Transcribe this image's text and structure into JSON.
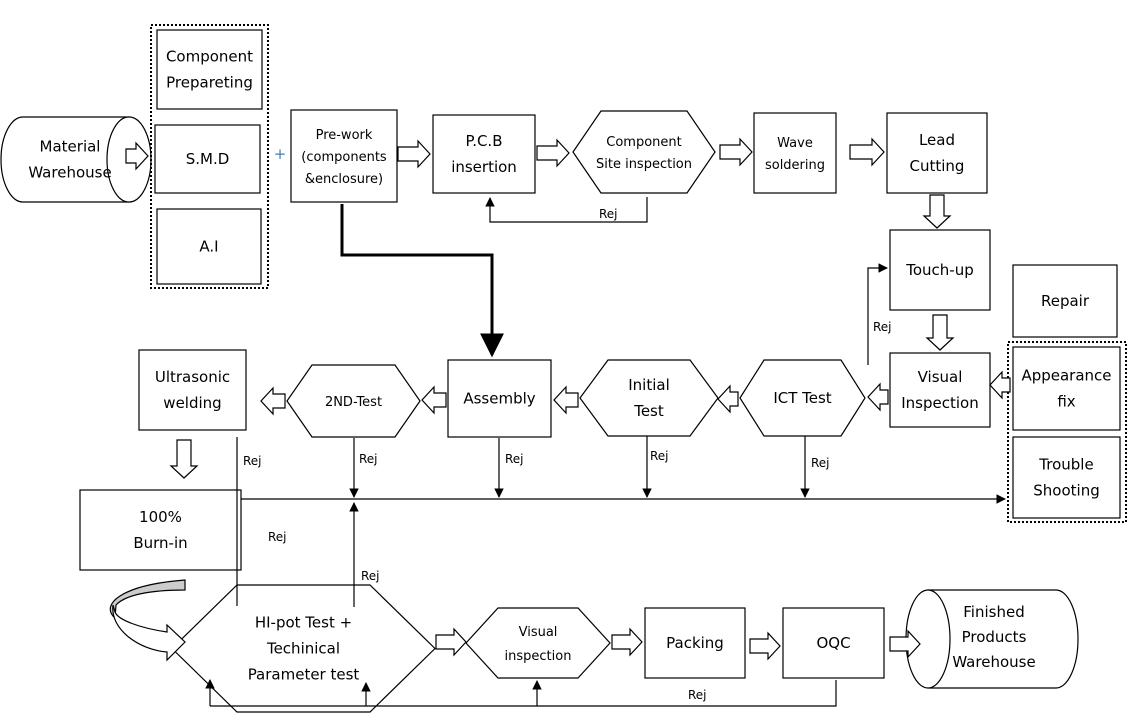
{
  "nodes": {
    "material_warehouse": [
      "Material",
      "Warehouse"
    ],
    "component_preparing": [
      "Component",
      "Prepareting"
    ],
    "smd": [
      "S.M.D"
    ],
    "ai": [
      "A.I"
    ],
    "plus": "+",
    "prework": [
      "Pre-work",
      "(components",
      "&enclosure)"
    ],
    "pcb_insertion": [
      "P.C.B",
      "insertion"
    ],
    "component_site_inspection": [
      "Component",
      "Site inspection"
    ],
    "wave_soldering": [
      "Wave",
      "soldering"
    ],
    "lead_cutting": [
      "Lead",
      "Cutting"
    ],
    "touch_up": [
      "Touch-up"
    ],
    "repair": [
      "Repair"
    ],
    "visual_inspection_1": [
      "Visual",
      "Inspection"
    ],
    "appearance_fix": [
      "Appearance",
      "fix"
    ],
    "trouble_shooting": [
      "Trouble",
      "Shooting"
    ],
    "ict_test": [
      "ICT Test"
    ],
    "initial_test": [
      "Initial",
      "Test"
    ],
    "assembly": [
      "Assembly"
    ],
    "second_test": [
      "2ND-Test"
    ],
    "ultrasonic_welding": [
      "Ultrasonic",
      "welding"
    ],
    "burn_in": [
      "100%",
      "Burn-in"
    ],
    "hipot_test": [
      "HI-pot Test +",
      "Techinical",
      "Parameter test"
    ],
    "visual_inspection_2": [
      "Visual",
      "inspection"
    ],
    "packing": [
      "Packing"
    ],
    "oqc": [
      "OQC"
    ],
    "finished_warehouse": [
      "Finished",
      "Products",
      "Warehouse"
    ]
  },
  "reject_label": "Rej"
}
